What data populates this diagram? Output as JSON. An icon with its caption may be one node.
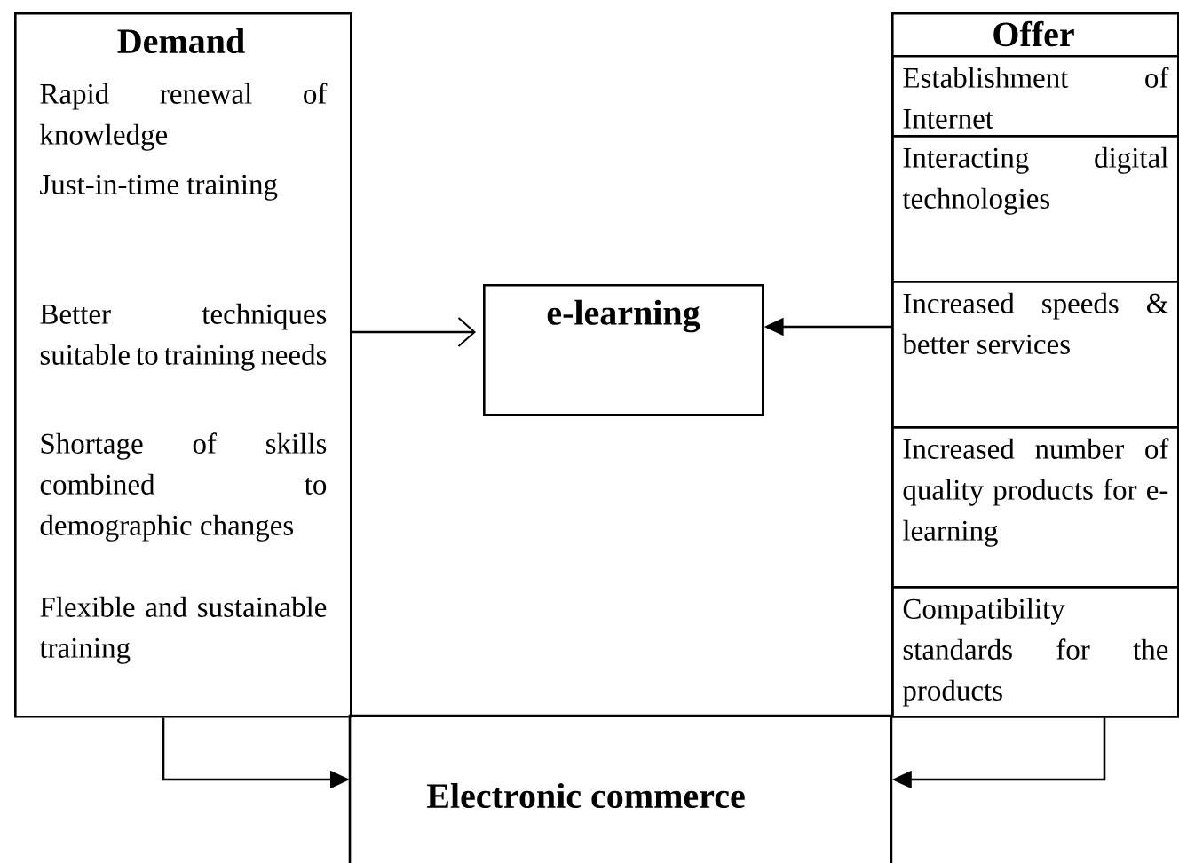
{
  "diagram": {
    "nodes": [
      {
        "text": [
          "Demand",
          "Rapid renewal of knowledge",
          "Just-in-time training",
          "Better techniques suitable to training needs",
          "Shortage of skills combined to demographic changes",
          "Flexible and sustainable training"
        ]
      },
      {
        "text": [
          "Offer"
        ]
      },
      {
        "text": [
          "Establishment of Internet"
        ],
        "in": 1
      },
      {
        "text": [
          "Interacting digital technologies"
        ],
        "in": 1
      },
      {
        "text": [
          "Increased speeds & better services"
        ],
        "in": 1
      },
      {
        "text": [
          "Increased number of quality products for e-learning"
        ],
        "in": 1
      },
      {
        "text": [
          "Compatibility standards for the products"
        ],
        "in": 1
      },
      {
        "text": [
          "e-learning"
        ]
      },
      {
        "text": [
          "Electronic commerce"
        ]
      }
    ],
    "edges": [
      {
        "from": 0,
        "to": 7,
        "arrow": "to"
      },
      {
        "from": 1,
        "to": 7,
        "arrow": "to"
      },
      {
        "from": 0,
        "to": 8,
        "arrow": "to"
      },
      {
        "from": 1,
        "to": 8,
        "arrow": "to"
      }
    ]
  }
}
